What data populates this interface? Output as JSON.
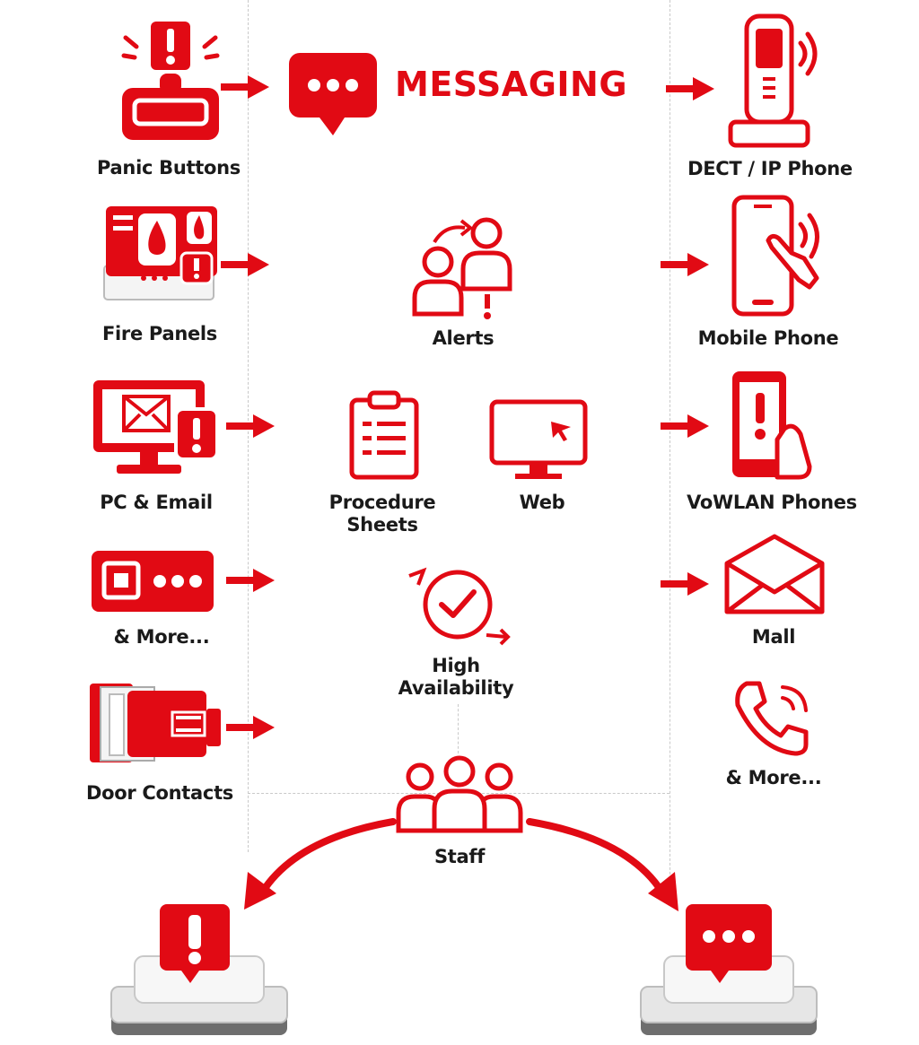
{
  "header": {
    "title": "MESSAGING"
  },
  "inputs": [
    {
      "label": "Panic Buttons",
      "icon": "panic-button-icon"
    },
    {
      "label": "Fire Panels",
      "icon": "fire-panel-icon"
    },
    {
      "label": "PC & Email",
      "icon": "pc-email-icon"
    },
    {
      "label": "& More...",
      "icon": "more-devices-icon"
    },
    {
      "label": "Door Contacts",
      "icon": "door-contact-icon"
    }
  ],
  "center": [
    {
      "label": "Alerts",
      "icon": "alerts-icon"
    },
    {
      "label": "Procedure\nSheets",
      "icon": "clipboard-icon"
    },
    {
      "label": "Web",
      "icon": "monitor-icon"
    },
    {
      "label": "High\nAvailability",
      "icon": "check-cycle-icon"
    },
    {
      "label": "Staff",
      "icon": "staff-icon"
    }
  ],
  "outputs": [
    {
      "label": "DECT / IP Phone",
      "icon": "dect-phone-icon"
    },
    {
      "label": "Mobile Phone",
      "icon": "mobile-phone-icon"
    },
    {
      "label": "VoWLAN Phones",
      "icon": "vowlan-phone-icon"
    },
    {
      "label": "Mall",
      "icon": "mail-envelope-icon"
    },
    {
      "label": "& More...",
      "icon": "phone-call-icon"
    }
  ],
  "bottom": [
    {
      "icon": "alert-button-icon"
    },
    {
      "icon": "message-button-icon"
    }
  ],
  "colors": {
    "accent": "#e10a14",
    "text": "#1a1a1a",
    "guide": "#c9c9c9"
  }
}
